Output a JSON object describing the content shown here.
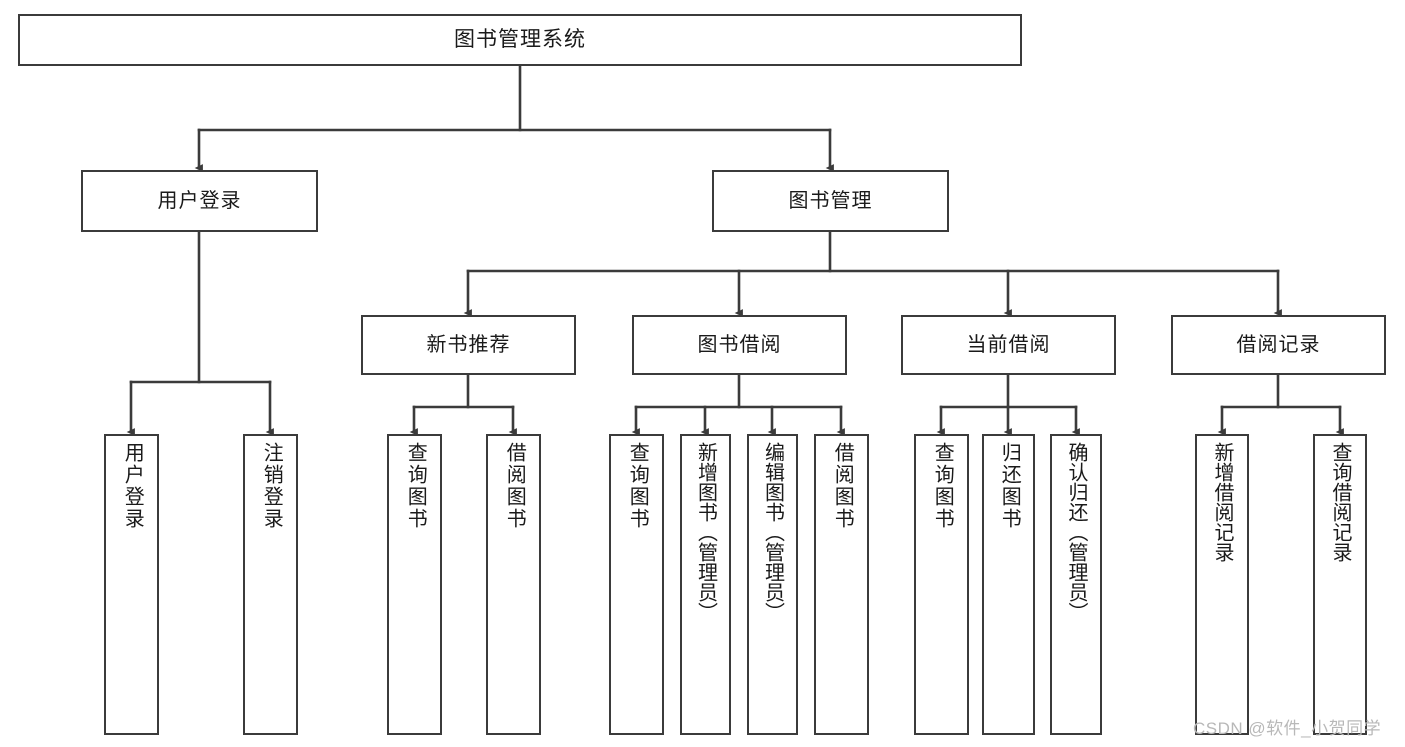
{
  "diagram": {
    "title": "图书管理系统",
    "watermark": "CSDN @软件_小贺同学",
    "colors": {
      "background": "#ffffff",
      "stroke": "#3b3b3b",
      "text": "#1a1a1a",
      "watermark": "#b8b8b8"
    },
    "root": {
      "label": "图书管理系统"
    },
    "level1": [
      {
        "label": "用户登录"
      },
      {
        "label": "图书管理"
      }
    ],
    "level2": [
      {
        "label": "新书推荐"
      },
      {
        "label": "图书借阅"
      },
      {
        "label": "当前借阅"
      },
      {
        "label": "借阅记录"
      }
    ],
    "leaves": {
      "user_login": [
        {
          "label": "用户登录"
        },
        {
          "label": "注销登录"
        }
      ],
      "new_book_recommend": [
        {
          "label": "查询图书"
        },
        {
          "label": "借阅图书"
        }
      ],
      "book_borrow": [
        {
          "label": "查询图书"
        },
        {
          "label": "新增图书（管理员）"
        },
        {
          "label": "编辑图书（管理员）"
        },
        {
          "label": "借阅图书"
        }
      ],
      "current_borrow": [
        {
          "label": "查询图书"
        },
        {
          "label": "归还图书"
        },
        {
          "label": "确认归还（管理员）"
        }
      ],
      "borrow_record": [
        {
          "label": "新增借阅记录"
        },
        {
          "label": "查询借阅记录"
        }
      ]
    }
  }
}
